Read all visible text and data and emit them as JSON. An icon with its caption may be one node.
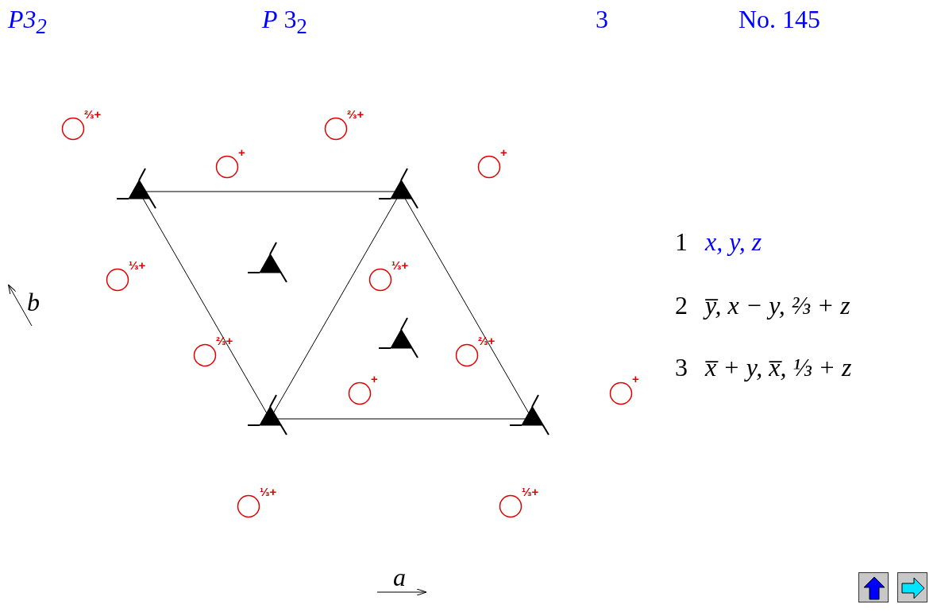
{
  "diagram": {
    "nodes": [
      {
        "text": [],
        "shape": "circle",
        "beside": [
          "⅔+"
        ]
      },
      {
        "text": [],
        "shape": "circle",
        "beside": [
          "⅔+"
        ]
      },
      {
        "text": [],
        "shape": "circle",
        "beside": [
          "+"
        ]
      },
      {
        "text": [],
        "shape": "circle",
        "beside": [
          "+"
        ]
      },
      {
        "text": [],
        "shape": "circle",
        "beside": [
          "⅓+"
        ]
      },
      {
        "text": [],
        "shape": "circle",
        "beside": [
          "⅓+"
        ]
      },
      {
        "text": [],
        "shape": "circle",
        "beside": [
          "⅔+"
        ]
      },
      {
        "text": [],
        "shape": "circle",
        "beside": [
          "⅔+"
        ]
      },
      {
        "text": [],
        "shape": "circle",
        "beside": [
          "+"
        ]
      },
      {
        "text": [],
        "shape": "circle",
        "beside": [
          "+"
        ]
      },
      {
        "text": [],
        "shape": "circle",
        "beside": [
          "⅓+"
        ]
      },
      {
        "text": [],
        "shape": "circle",
        "beside": [
          "⅓+"
        ]
      }
    ],
    "edges": [],
    "labels": [
      "P3$_{2}$",
      "*P* 3$_{2}$",
      "3",
      "No. 145",
      "1",
      "x, y, z",
      "b",
      "2",
      "y̅, x − y, ⅔ + z",
      "3",
      "x̅ + y, x̅, ⅓ + z",
      "a"
    ]
  }
}
